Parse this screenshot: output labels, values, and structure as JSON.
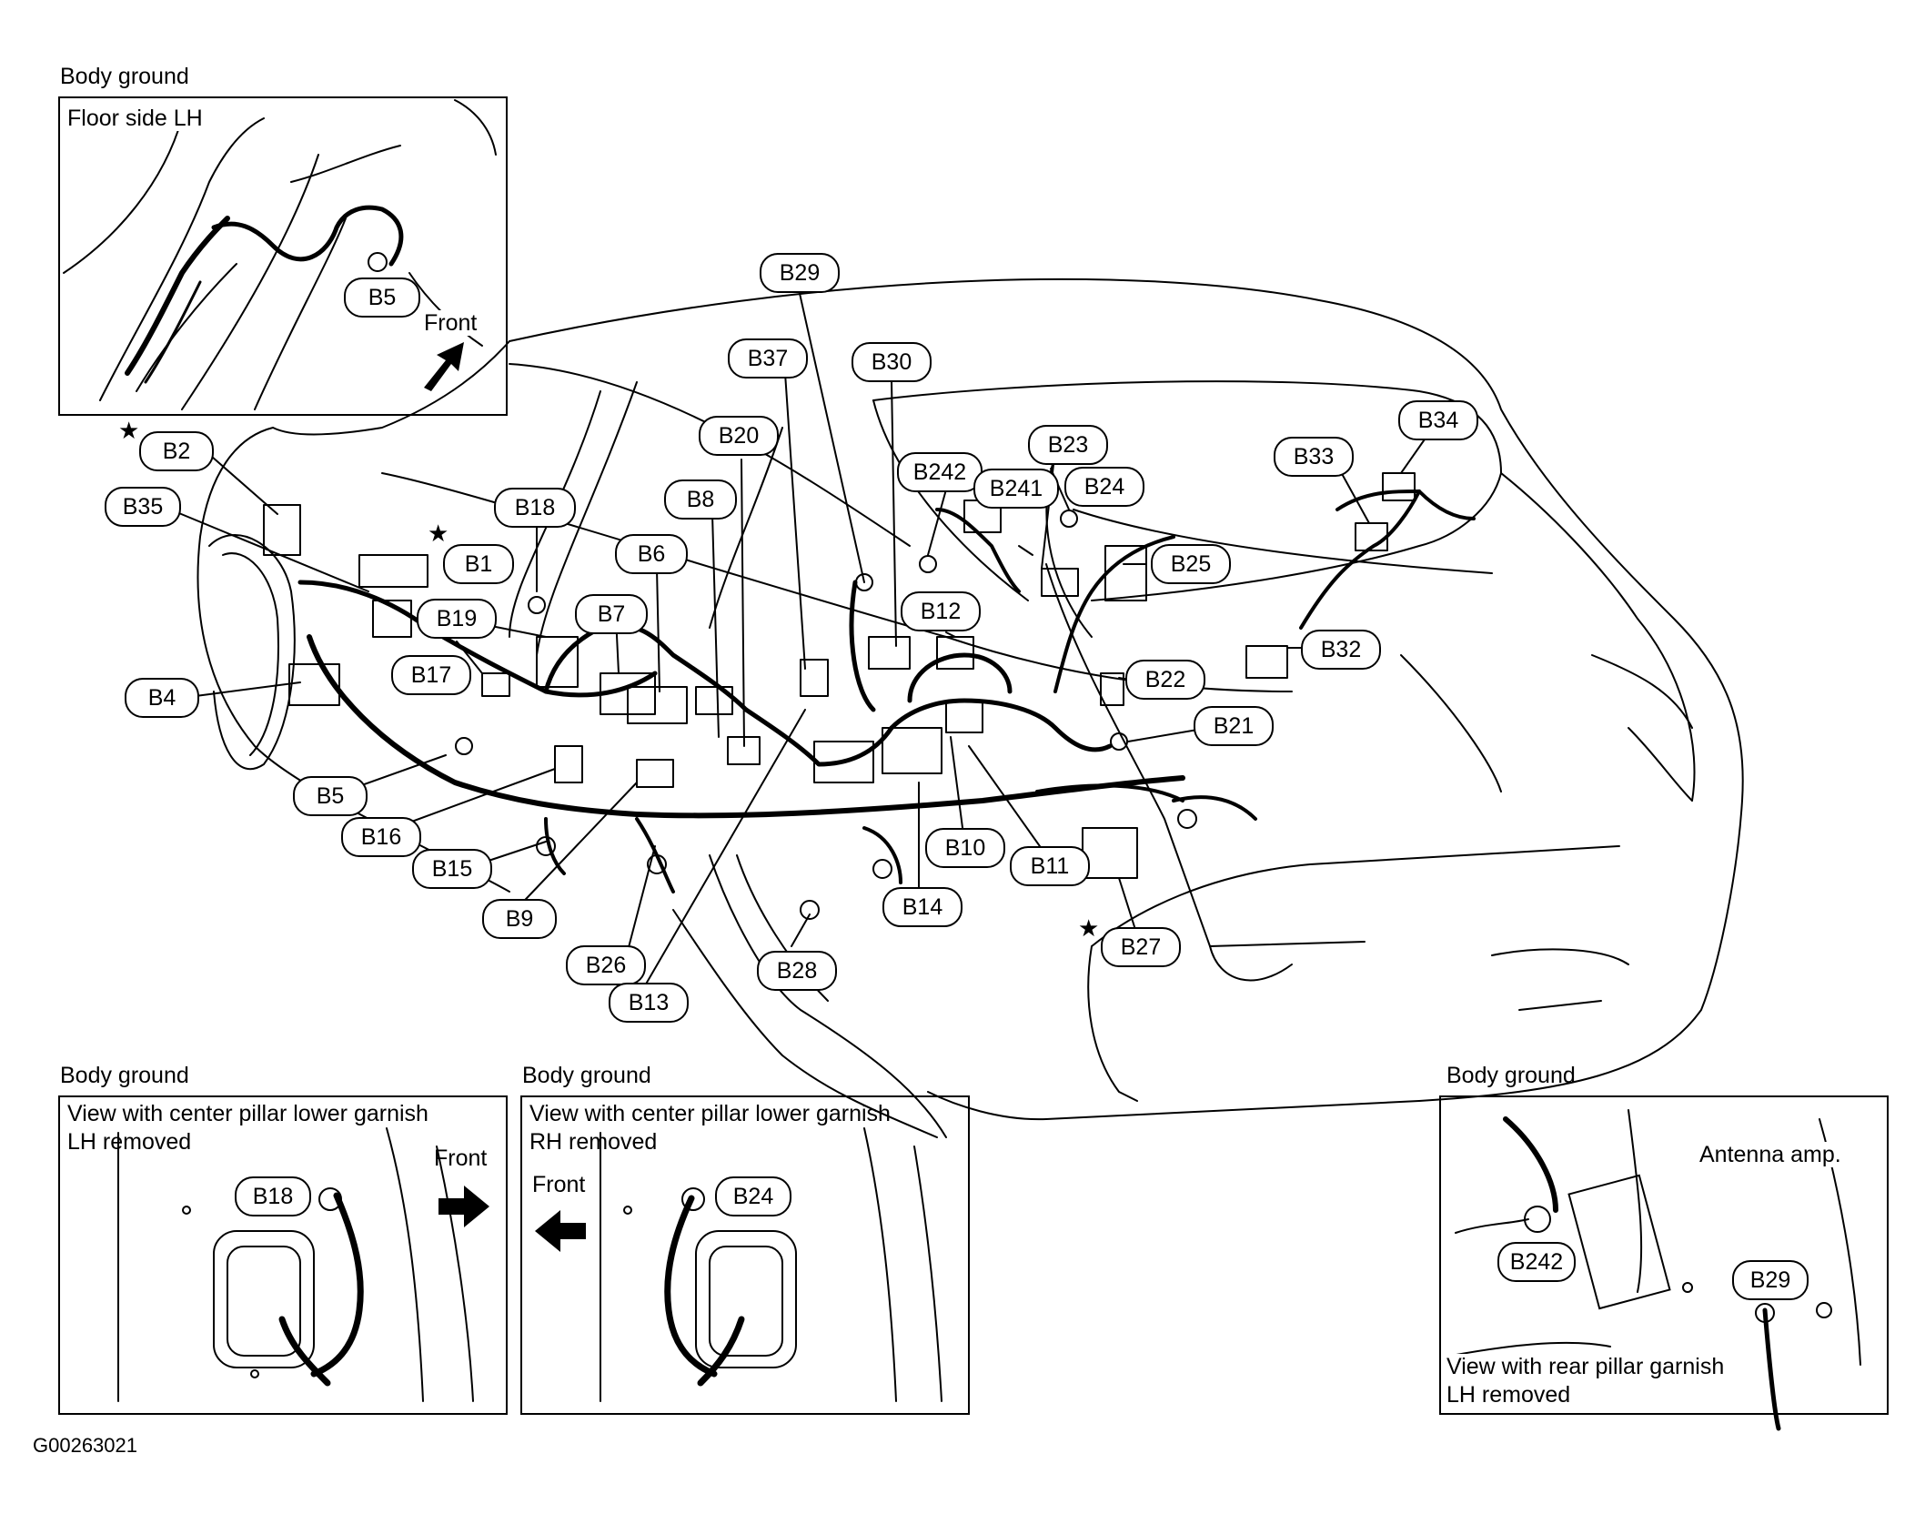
{
  "figure_code": "G00263021",
  "insets": {
    "top_left": {
      "header": "Body ground",
      "subheader": "Floor side LH",
      "callout": "B5",
      "direction": "Front"
    },
    "bottom_left": {
      "header": "Body ground",
      "subheader_line1": "View with center pillar lower garnish",
      "subheader_line2": "LH removed",
      "callout": "B18",
      "direction": "Front"
    },
    "bottom_middle": {
      "header": "Body ground",
      "subheader_line1": "View with center pillar lower garnish",
      "subheader_line2": "RH removed",
      "callout": "B24",
      "direction": "Front"
    },
    "bottom_right": {
      "header": "Body ground",
      "note": "Antenna amp.",
      "callout_a": "B242",
      "callout_b": "B29",
      "footer_line1": "View with rear pillar garnish",
      "footer_line2": "LH removed"
    }
  },
  "connectors": [
    "B1",
    "B2",
    "B4",
    "B5",
    "B6",
    "B7",
    "B8",
    "B9",
    "B10",
    "B11",
    "B12",
    "B13",
    "B14",
    "B15",
    "B16",
    "B17",
    "B18",
    "B19",
    "B20",
    "B21",
    "B22",
    "B23",
    "B24",
    "B25",
    "B26",
    "B27",
    "B28",
    "B29",
    "B30",
    "B32",
    "B33",
    "B34",
    "B35",
    "B37",
    "B241",
    "B242"
  ],
  "marker_symbol": "★",
  "icons": {
    "arrow": "bold-direction-arrow-icon",
    "star": "star-icon"
  }
}
